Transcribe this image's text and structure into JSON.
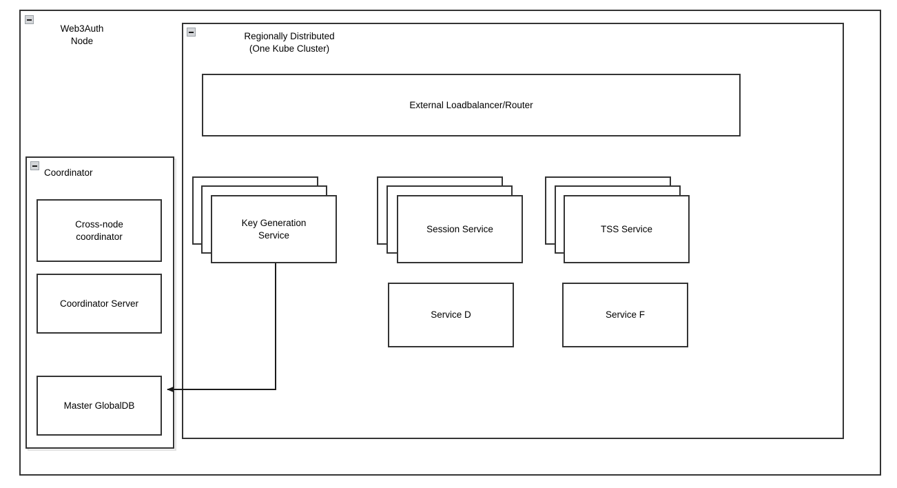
{
  "diagram": {
    "title": "Web3Auth Node Architecture",
    "background_color": "#ffffff",
    "line_color": "#333333",
    "text_color": "#000000",
    "collapse_icon_color": "#d3d5d8"
  },
  "outer_node": {
    "label": "Web3Auth\nNode",
    "collapse_icon": "minus-box-icon"
  },
  "cluster": {
    "label": "Regionally Distributed\n(One Kube Cluster)",
    "collapse_icon": "minus-box-icon"
  },
  "coordinator": {
    "label": "Coordinator",
    "collapse_icon": "minus-box-icon",
    "children": [
      {
        "label": "Cross-node\ncoordinator"
      },
      {
        "label": "Coordinator Server"
      },
      {
        "label": "Master GlobalDB"
      }
    ]
  },
  "loadbalancer": {
    "label": "External Loadbalancer/Router"
  },
  "services": {
    "stacked": [
      {
        "label": "Key Generation\nService",
        "instances": 3
      },
      {
        "label": "Session Service",
        "instances": 3
      },
      {
        "label": "TSS Service",
        "instances": 3
      }
    ],
    "single": [
      {
        "label": "Service D"
      },
      {
        "label": "Service F"
      }
    ]
  },
  "connections": [
    {
      "name": "key-generation-service-to-master-globaldb",
      "from": "Key Generation Service",
      "to": "Master GlobalDB",
      "arrowhead": "target"
    }
  ]
}
